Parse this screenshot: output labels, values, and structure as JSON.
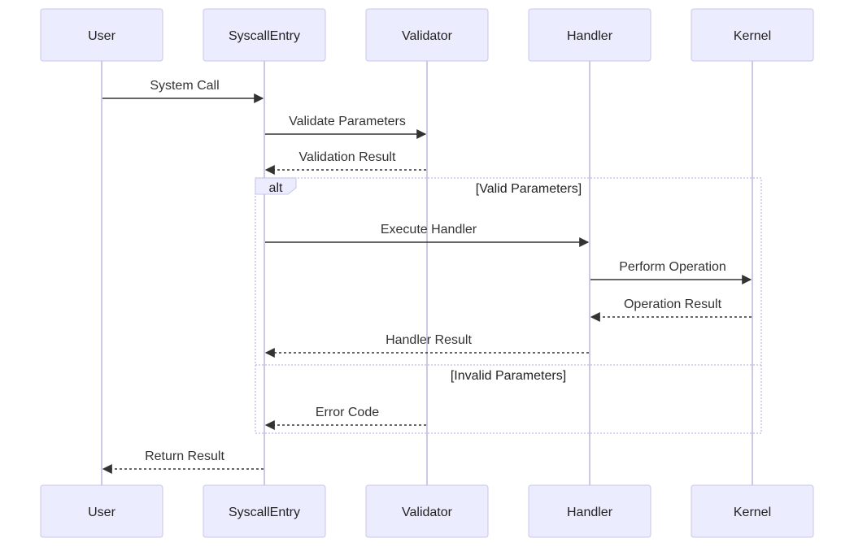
{
  "participants": [
    {
      "id": "user",
      "label": "User"
    },
    {
      "id": "syscall",
      "label": "SyscallEntry"
    },
    {
      "id": "validator",
      "label": "Validator"
    },
    {
      "id": "handler",
      "label": "Handler"
    },
    {
      "id": "kernel",
      "label": "Kernel"
    }
  ],
  "messages": [
    {
      "from": 0,
      "to": 1,
      "label": "System Call",
      "style": "solid"
    },
    {
      "from": 1,
      "to": 2,
      "label": "Validate Parameters",
      "style": "solid"
    },
    {
      "from": 2,
      "to": 1,
      "label": "Validation Result",
      "style": "dashed"
    },
    {
      "from": 1,
      "to": 3,
      "label": "Execute Handler",
      "style": "solid"
    },
    {
      "from": 3,
      "to": 4,
      "label": "Perform Operation",
      "style": "solid"
    },
    {
      "from": 4,
      "to": 3,
      "label": "Operation Result",
      "style": "dashed"
    },
    {
      "from": 3,
      "to": 1,
      "label": "Handler Result",
      "style": "dashed"
    },
    {
      "from": 2,
      "to": 1,
      "label": "Error Code",
      "style": "dashed"
    },
    {
      "from": 1,
      "to": 0,
      "label": "Return Result",
      "style": "dashed"
    }
  ],
  "alt_frame": {
    "keyword": "alt",
    "condition_1": "[Valid Parameters]",
    "condition_2": "[Invalid Parameters]"
  },
  "colors": {
    "actor_fill": "#ececff",
    "actor_stroke": "#c8c5ea",
    "arrow": "#333333"
  }
}
